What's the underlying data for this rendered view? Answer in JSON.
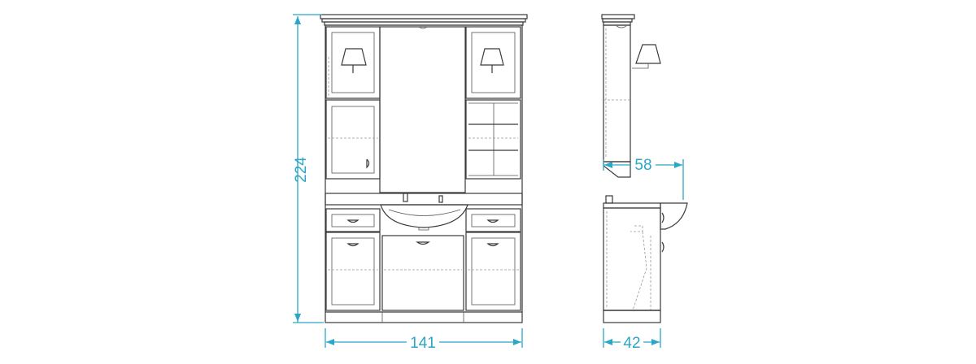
{
  "dimensions": {
    "height": "224",
    "width": "141",
    "depth": "42",
    "sink_depth": "58"
  },
  "colors": {
    "dimension": "#2aa6c8",
    "outline": "#3a3a3a"
  }
}
